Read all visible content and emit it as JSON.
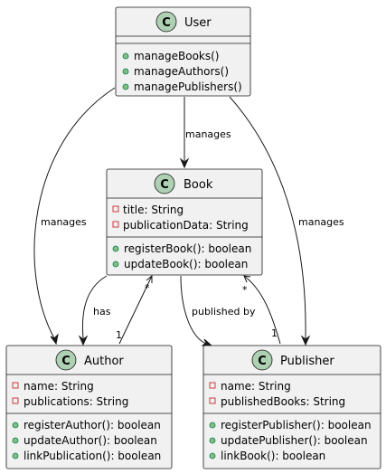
{
  "classes": {
    "user": {
      "name": "User",
      "fields": [],
      "methods": [
        "manageBooks()",
        "manageAuthors()",
        "managePublishers()"
      ]
    },
    "book": {
      "name": "Book",
      "fields": [
        "title: String",
        "publicationData: String"
      ],
      "methods": [
        "registerBook(): boolean",
        "updateBook(): boolean"
      ]
    },
    "author": {
      "name": "Author",
      "fields": [
        "name: String",
        "publications: String"
      ],
      "methods": [
        "registerAuthor(): boolean",
        "updateAuthor(): boolean",
        "linkPublication(): boolean"
      ]
    },
    "publisher": {
      "name": "Publisher",
      "fields": [
        "name: String",
        "publishedBooks: String"
      ],
      "methods": [
        "registerPublisher(): boolean",
        "updatePublisher(): boolean",
        "linkBook(): boolean"
      ]
    }
  },
  "class_icon_letter": "C",
  "relations": {
    "user_book": "manages",
    "user_author": "manages",
    "user_publisher": "manages",
    "book_author": "has",
    "book_publisher": "published by",
    "author_book_mult_author": "1",
    "author_book_mult_book": "*",
    "publisher_book_mult_publisher": "1",
    "publisher_book_mult_book": "*"
  }
}
